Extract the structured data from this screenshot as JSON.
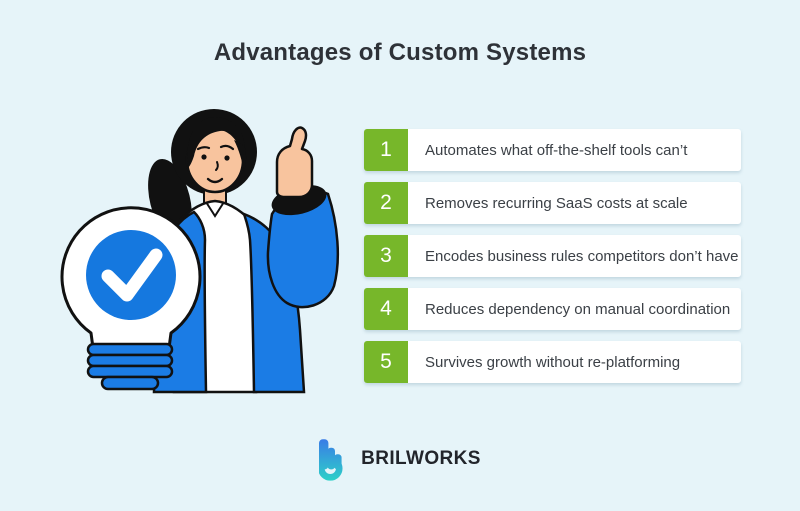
{
  "title": "Advantages of Custom Systems",
  "list": {
    "items": [
      {
        "number": "1",
        "text": "Automates what off-the-shelf tools can’t"
      },
      {
        "number": "2",
        "text": "Removes recurring SaaS costs at scale"
      },
      {
        "number": "3",
        "text": "Encodes business rules competitors don’t have"
      },
      {
        "number": "4",
        "text": "Reduces dependency on manual coordination"
      },
      {
        "number": "5",
        "text": "Survives growth without re-platforming"
      }
    ]
  },
  "branding": {
    "logo_text": "BRILWORKS",
    "logo_icon": "brilworks-b-icon",
    "logo_gradient_top": "#3A78E8",
    "logo_gradient_bottom": "#2ED1C8"
  },
  "illustration": {
    "description": "Woman with black ponytail in a blue jacket giving a thumbs up beside a white lightbulb containing a blue circle with a white checkmark"
  },
  "colors": {
    "bg": "#E6F4F9",
    "green": "#77B72A",
    "blue": "#1B7CE5",
    "check-blue": "#1578DF",
    "skin": "#F8C49E",
    "title-text": "#2E3238",
    "item-text": "#3B4046",
    "logo-text": "#22252B",
    "row-bg": "#FFFFFF"
  }
}
